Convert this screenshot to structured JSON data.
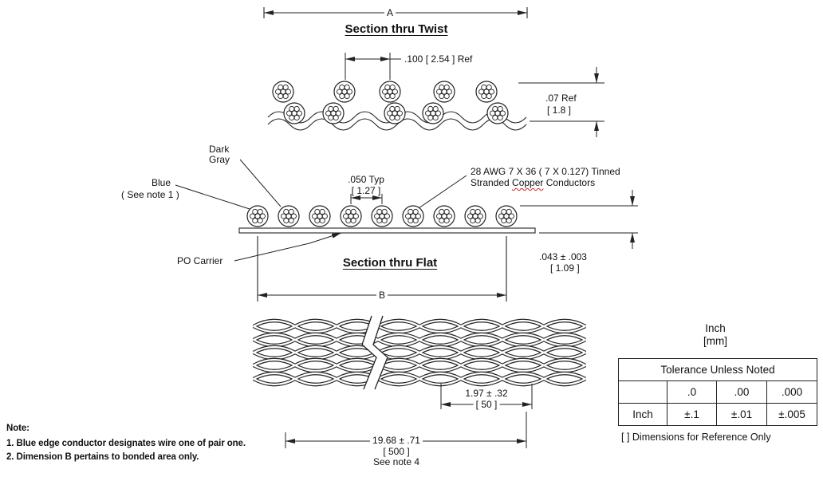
{
  "titles": {
    "section_twist": "Section thru Twist",
    "section_flat": "Section thru Flat"
  },
  "dims": {
    "dim_a": "A",
    "dim_b": "B",
    "pitch_100": ".100 [ 2.54 ] Ref",
    "height_07": ".07 Ref",
    "height_07_mm": "[ 1.8 ]",
    "pitch_050": ".050 Typ",
    "pitch_050_mm": "[ 1.27 ]",
    "thickness": ".043 ± .003",
    "thickness_mm": "[ 1.09 ]",
    "twist_pitch": "1.97 ± .32",
    "twist_pitch_mm": "[ 50 ]",
    "bond_length": "19.68 ± .71",
    "bond_length_mm": "[ 500 ]",
    "bond_length_note": "See note 4"
  },
  "labels": {
    "dark_line1": "Dark",
    "dark_line2": "Gray",
    "blue": "Blue",
    "blue_note": "( See note 1 )",
    "po_carrier": "PO Carrier",
    "conductor_line1": "28 AWG 7 X 36 ( 7 X 0.127) Tinned",
    "conductor_line2_pre": "Stranded ",
    "conductor_line2_mid": "Copper",
    "conductor_line2_post": " Conductors"
  },
  "tolerance_table": {
    "unit_label": "Inch",
    "unit_label_mm": "[mm]",
    "header": "Tolerance Unless Noted",
    "col_headers": [
      "",
      ".0",
      ".00",
      ".000"
    ],
    "row_unit": "Inch",
    "row_values": [
      "±.1",
      "±.01",
      "±.005"
    ],
    "footnote": "[ ] Dimensions for Reference Only"
  },
  "notes": {
    "heading": "Note:",
    "items": [
      "1.   Blue edge conductor designates wire one of pair one.",
      "2.   Dimension B pertains to bonded area only."
    ]
  },
  "colors": {
    "line": "#222222",
    "text": "#111111",
    "spellcheck_underline": "#cc2222"
  }
}
